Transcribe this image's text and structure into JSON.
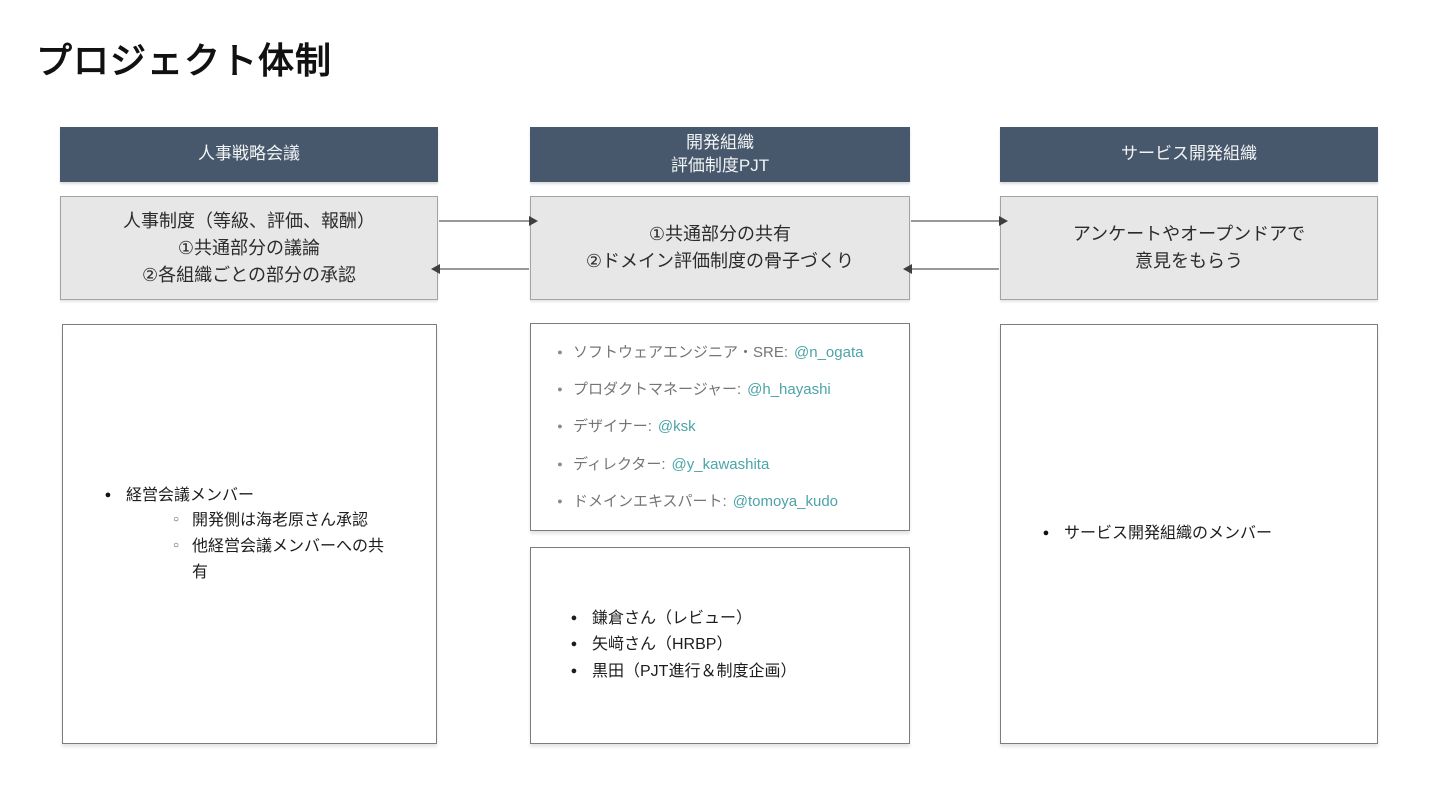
{
  "slide": {
    "title": "プロジェクト体制"
  },
  "colors": {
    "header_bg": "#47586C",
    "header_text": "#F2F3F5",
    "summary_bg": "#E7E7E7",
    "summary_border": "#A3A3A3",
    "detail_border": "#7C7C7C",
    "body_text": "#1D1D1D",
    "role_text": "#757575",
    "handle_text": "#4BA4A8",
    "arrow_line": "#98999B",
    "arrow_head": "#3F3F3F"
  },
  "columns": [
    {
      "id": "hr-strategy",
      "header_lines": [
        "人事戦略会議"
      ],
      "summary_lines": [
        "人事制度（等級、評価、報酬）",
        "①共通部分の議論",
        "②各組織ごとの部分の承認"
      ],
      "members": [
        {
          "level": 1,
          "text": "経営会議メンバー"
        },
        {
          "level": 2,
          "text": "開発側は海老原さん承認"
        },
        {
          "level": 2,
          "text": "他経営会議メンバーへの共有"
        }
      ]
    },
    {
      "id": "dev-pjt",
      "header_lines": [
        "開発組織",
        "評価制度PJT"
      ],
      "summary_lines": [
        "①共通部分の共有",
        "②ドメイン評価制度の骨子づくり"
      ],
      "roles": [
        {
          "label": "ソフトウェアエンジニア・SRE:",
          "handle": "@n_ogata"
        },
        {
          "label": "プロダクトマネージャー:",
          "handle": "@h_hayashi"
        },
        {
          "label": "デザイナー:",
          "handle": "@ksk"
        },
        {
          "label": "ディレクター:",
          "handle": "@y_kawashita"
        },
        {
          "label": "ドメインエキスパート:",
          "handle": "@tomoya_kudo"
        }
      ],
      "support_members": [
        "鎌倉さん（レビュー）",
        "矢﨑さん（HRBP）",
        "黒田（PJT進行＆制度企画）"
      ]
    },
    {
      "id": "service-dev",
      "header_lines": [
        "サービス開発組織"
      ],
      "summary_lines": [
        "アンケートやオープンドアで",
        "意見をもらう"
      ],
      "members": [
        {
          "level": 1,
          "text": "サービス開発組織のメンバー"
        }
      ]
    }
  ],
  "arrows": [
    {
      "from": "hr-strategy",
      "to": "dev-pjt",
      "direction": "right"
    },
    {
      "from": "dev-pjt",
      "to": "hr-strategy",
      "direction": "left"
    },
    {
      "from": "dev-pjt",
      "to": "service-dev",
      "direction": "right"
    },
    {
      "from": "service-dev",
      "to": "dev-pjt",
      "direction": "left"
    }
  ]
}
